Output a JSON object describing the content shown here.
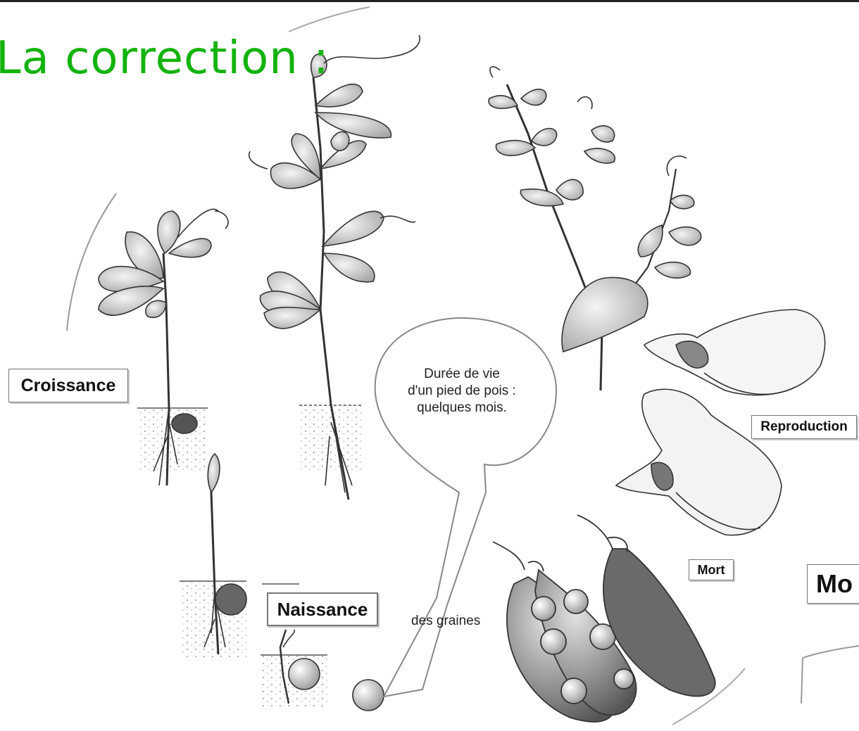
{
  "title": "La correction :",
  "stages": {
    "croissance": "Croissance",
    "naissance": "Naissance",
    "reproduction": "Reproduction",
    "mort": "Mort",
    "mort_right": "Mo"
  },
  "bubble": {
    "line1": "Durée de vie",
    "line2": "d'un pied de pois :",
    "line3": "quelques mois."
  },
  "seeds_label": "des graines",
  "colors": {
    "title": "#13b30d",
    "ink": "#333333"
  }
}
